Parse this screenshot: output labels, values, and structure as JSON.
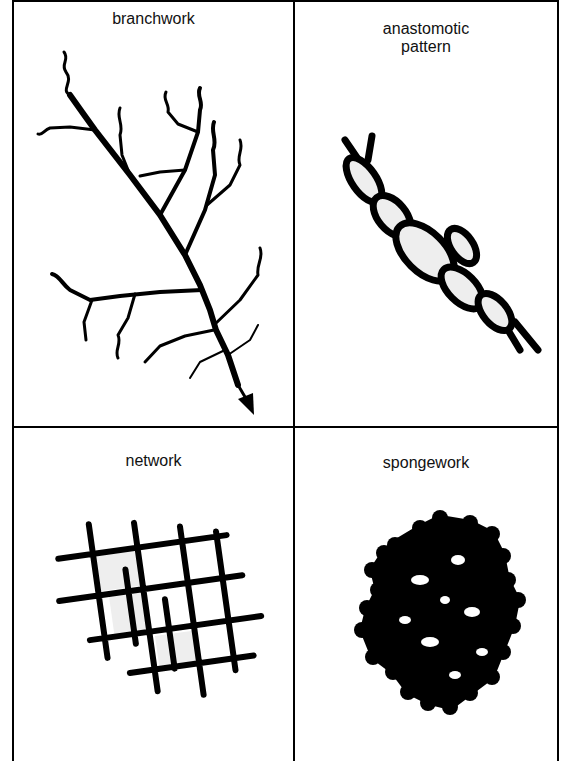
{
  "diagram": {
    "nodes": [
      {
        "text": [
          "branchwork"
        ]
      },
      {
        "text": [
          "anastomotic pattern"
        ]
      },
      {
        "text": [
          "network"
        ]
      },
      {
        "text": [
          "spongework"
        ]
      }
    ]
  }
}
